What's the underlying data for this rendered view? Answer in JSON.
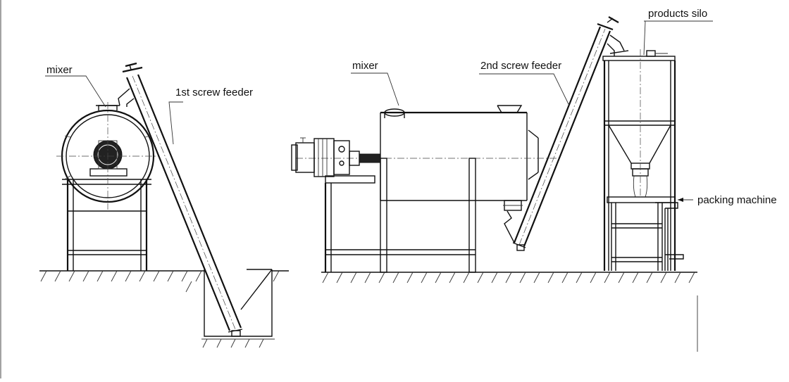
{
  "labels": {
    "mixer_left": "mixer",
    "screw_feeder_1": "1st screw feeder",
    "mixer_center": "mixer",
    "screw_feeder_2": "2nd screw feeder",
    "products_silo": "products silo",
    "packing_machine": "packing machine"
  },
  "colors": {
    "line": "#111111",
    "background": "#ffffff"
  }
}
